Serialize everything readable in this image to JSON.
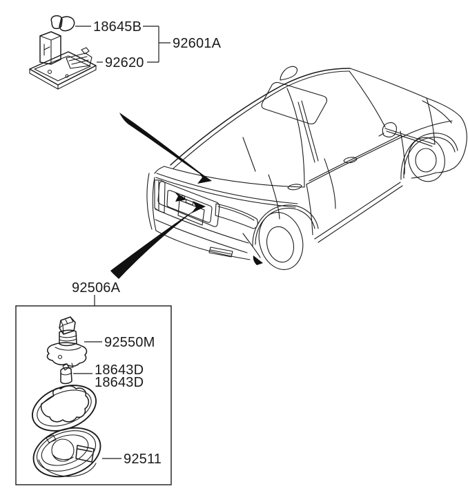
{
  "diagram_type": "vehicle license plate lamp parts diagram",
  "colors": {
    "line": "#1a1a1a",
    "background": "#ffffff"
  },
  "parts": {
    "festoon_bulb": "18645B",
    "lamp_assembly": "92601A",
    "lamp_housing": "92620",
    "license_lamp_kit": "92506A",
    "bulb_socket": "92550M",
    "wedge_bulb_a": "18643D",
    "wedge_bulb_b": "18643D",
    "lamp_lens": "92511"
  }
}
